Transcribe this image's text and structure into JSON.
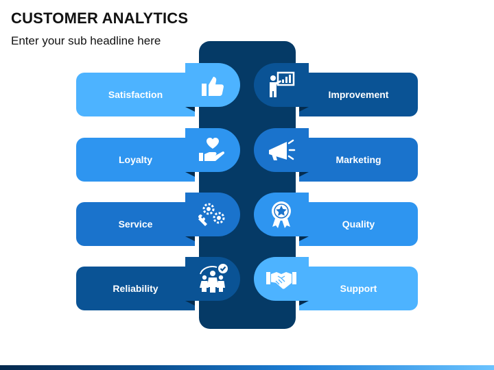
{
  "header": {
    "title": "CUSTOMER ANALYTICS",
    "subtitle": "Enter your sub headline here"
  },
  "items": [
    {
      "label": "Satisfaction",
      "side": "left",
      "row": 0,
      "color": "#4db3ff",
      "icon": "thumbs-up-icon"
    },
    {
      "label": "Improvement",
      "side": "right",
      "row": 0,
      "color": "#0a5395",
      "icon": "presentation-chart-icon"
    },
    {
      "label": "Loyalty",
      "side": "left",
      "row": 1,
      "color": "#2e95f0",
      "icon": "heart-hand-icon"
    },
    {
      "label": "Marketing",
      "side": "right",
      "row": 1,
      "color": "#1a73cc",
      "icon": "megaphone-icon"
    },
    {
      "label": "Service",
      "side": "left",
      "row": 2,
      "color": "#1a73cc",
      "icon": "gears-wrench-icon"
    },
    {
      "label": "Quality",
      "side": "right",
      "row": 2,
      "color": "#2e95f0",
      "icon": "award-ribbon-icon"
    },
    {
      "label": "Reliability",
      "side": "left",
      "row": 3,
      "color": "#0a5395",
      "icon": "team-check-icon"
    },
    {
      "label": "Support",
      "side": "right",
      "row": 3,
      "color": "#4db3ff",
      "icon": "handshake-icon"
    }
  ],
  "colors": {
    "spine": "#053a66",
    "fold": "#042c4f",
    "title": "#111111"
  }
}
